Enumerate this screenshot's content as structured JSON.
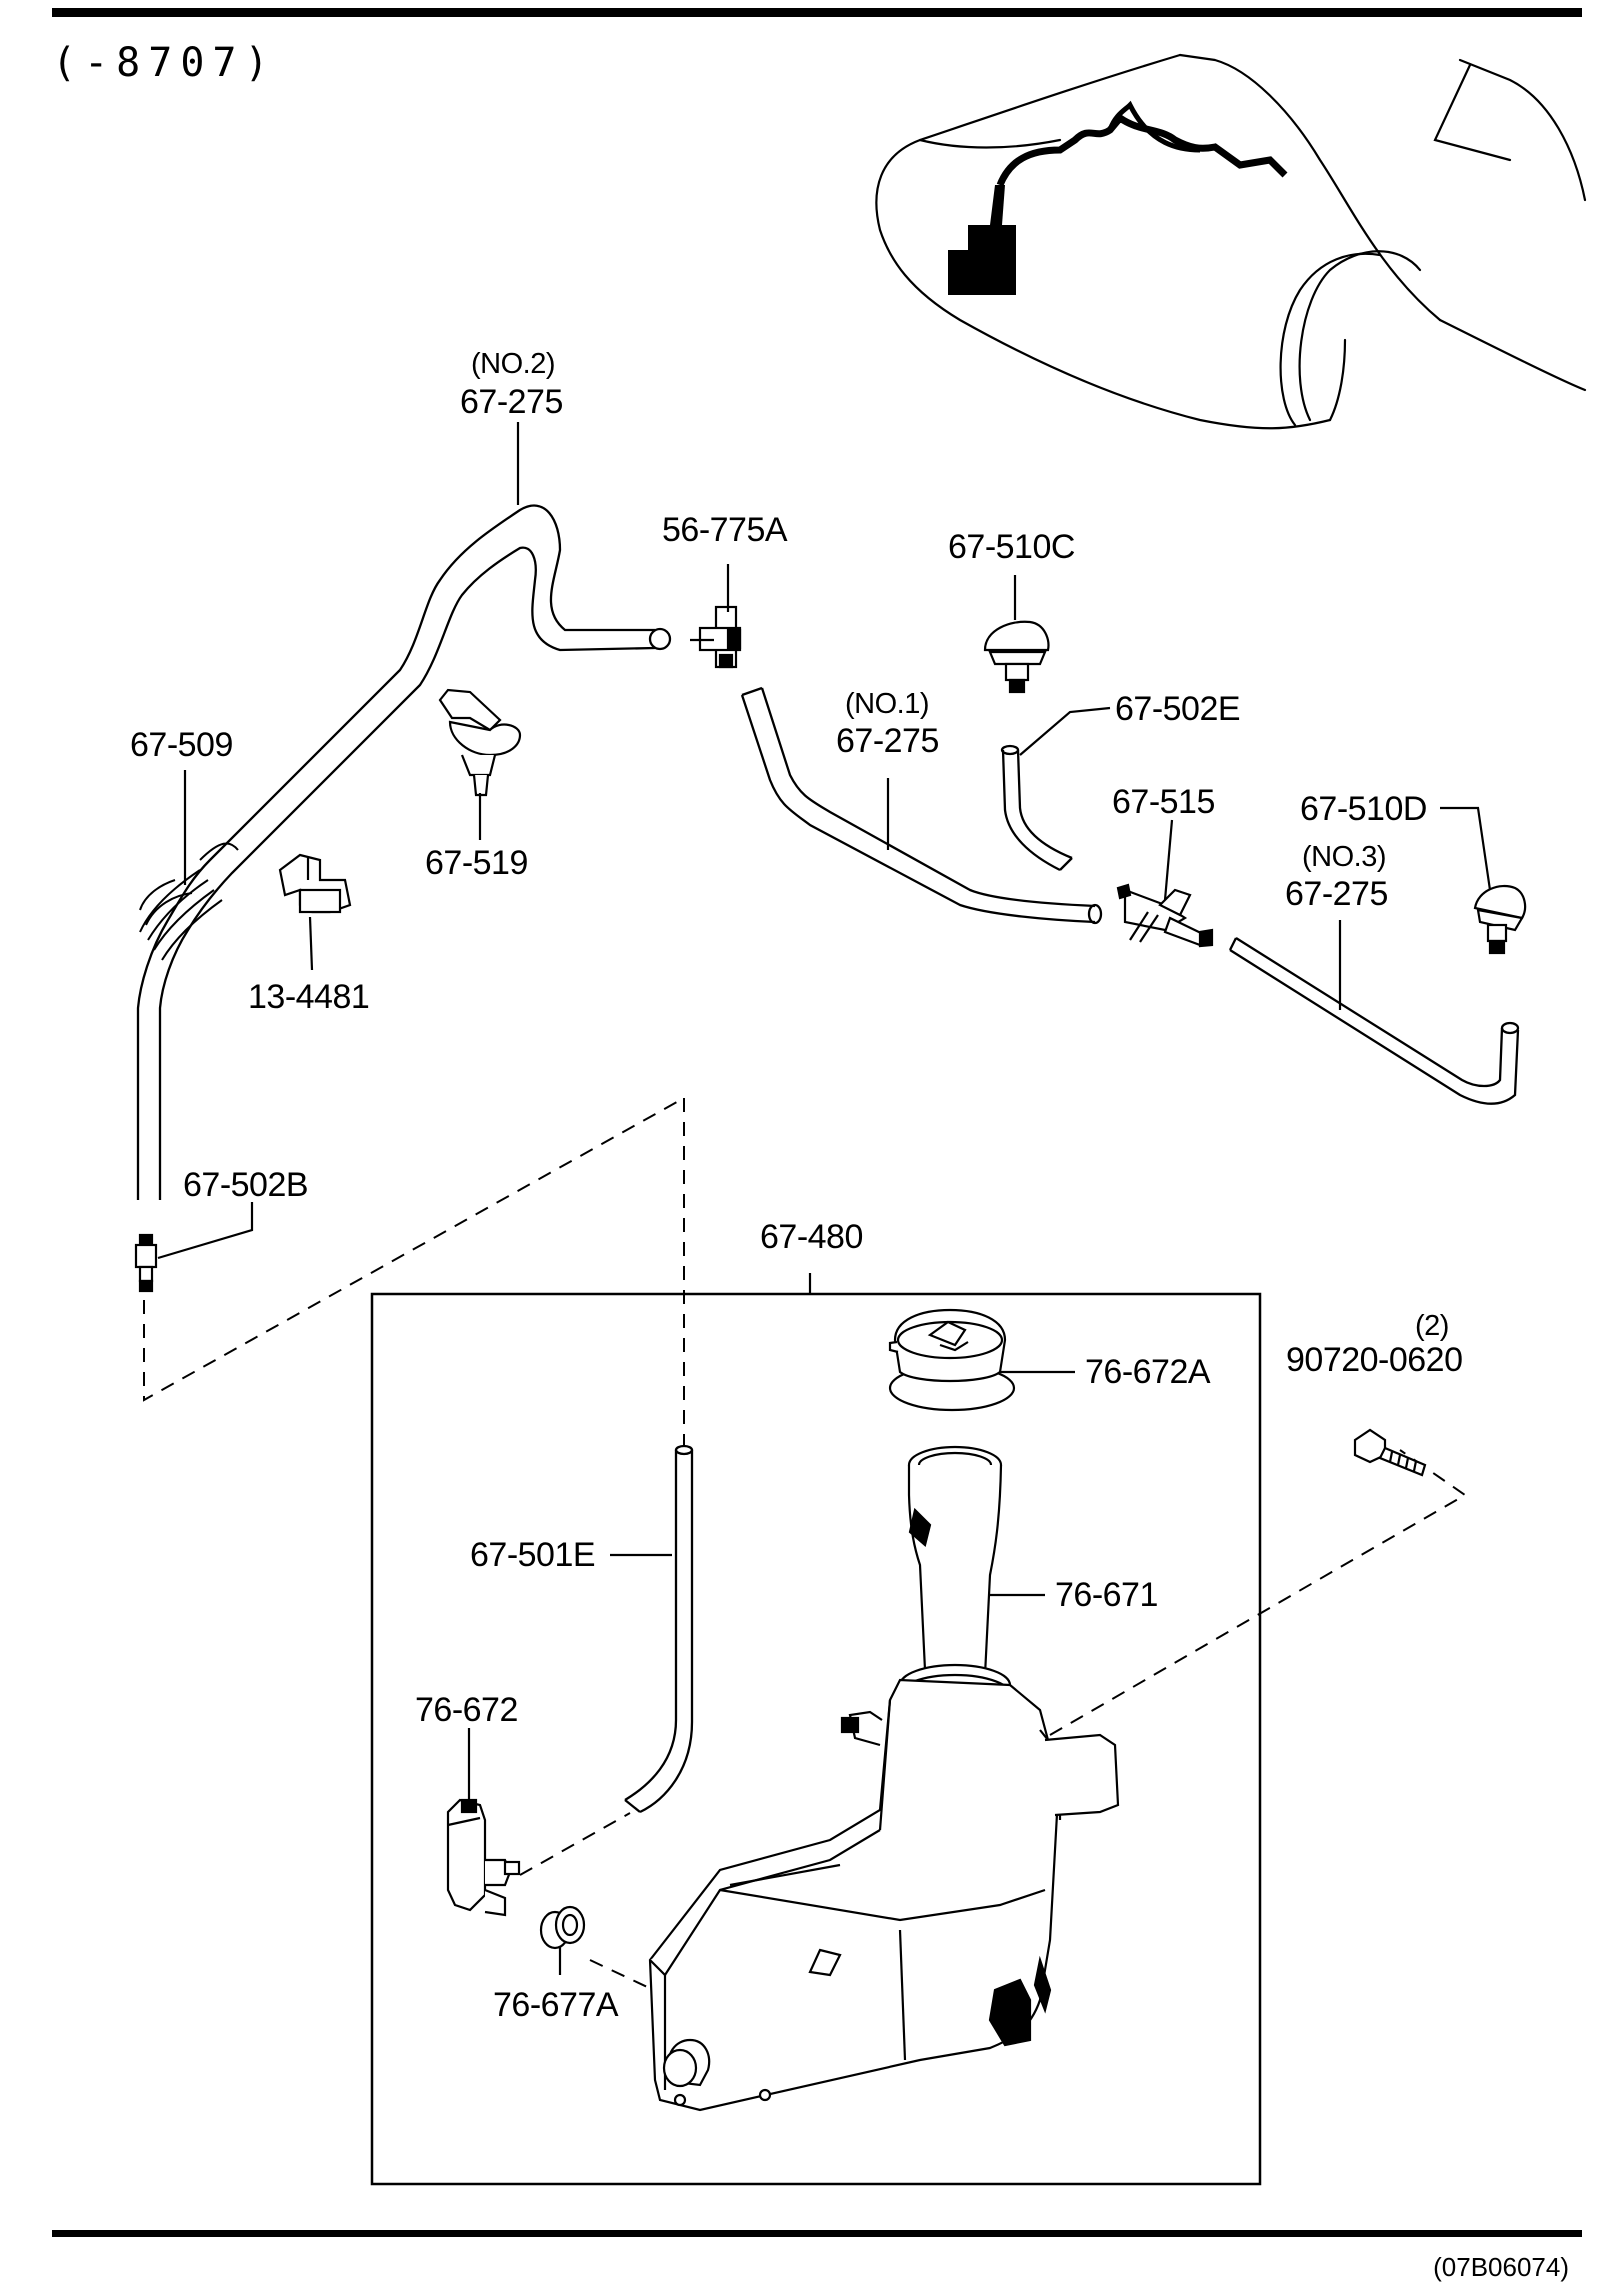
{
  "header": {
    "range": "(-8707)"
  },
  "parts": {
    "hose_no2_qual": "(NO.2)",
    "hose_no2": "67-275",
    "joint": "56-775A",
    "nozzle_c": "67-510C",
    "hose_no1_qual": "(NO.1)",
    "hose_no1": "67-275",
    "hose_502e": "67-502E",
    "hose_509": "67-509",
    "clip_519": "67-519",
    "three_way": "67-515",
    "nozzle_d": "67-510D",
    "hose_no3_qual": "(NO.3)",
    "hose_no3": "67-275",
    "clip_4481": "13-4481",
    "hose_502b": "67-502B",
    "tank_assy": "67-480",
    "cap": "76-672A",
    "bolt_qty": "(2)",
    "bolt": "90720-0620",
    "filler": "76-671",
    "hose_501e": "67-501E",
    "pump": "76-672",
    "grommet": "76-677A"
  },
  "footer": {
    "code": "(07B06074)"
  }
}
